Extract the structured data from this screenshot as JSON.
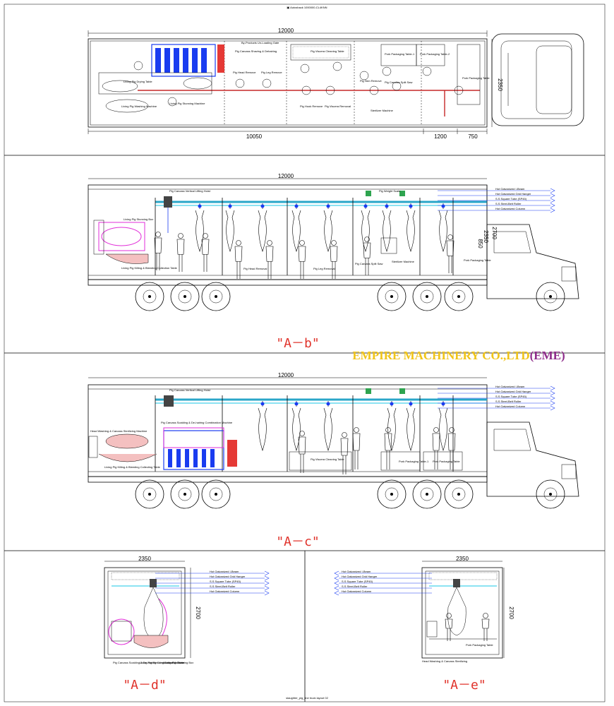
{
  "header": {
    "top_title": "▣ Autoshack 1000000-CL4KNN",
    "footer_text": "slaughter_pig_line truck layout 02"
  },
  "brand": {
    "name_part1": "EMPIRE MACHINERY CO.,LTD",
    "name_part2": "(EME)",
    "color1": "#f0c419",
    "color2": "#8e2b8a"
  },
  "captions": {
    "b": "\"A－b\"",
    "c": "\"A－c\"",
    "d": "\"A－d\"",
    "e": "\"A－e\""
  },
  "plan": {
    "dims": {
      "total": "12000",
      "body": "10050",
      "gap": "1200",
      "nose": "750",
      "width": "2350"
    },
    "labels": {
      "byproducts": "By-Products Un-Loading Gate",
      "carcass": "Pig Carcass Shaving & Dehairing",
      "drying": "Living Pig Drying Table",
      "living": "Living Pig Washing Machine",
      "stunning": "Living Pig Stunning Machine",
      "viscera": "Pig Viscera Cleaning Table",
      "pork1": "Pork Packaging Table-1",
      "pork2": "Pork Packaging Table-2",
      "porkpack": "Pork Packaging Table",
      "head": "Pig Head Remove",
      "leg": "Pig Leg Remove",
      "hook": "Pig Hook Remove",
      "viscera2": "Pig Viscera Removal",
      "skin": "Pig Skin Remove",
      "carcass2": "Pig Carcass Split Saw",
      "sterilize": "Sterilizer Machine"
    }
  },
  "legend": {
    "items": [
      "Hot Galvanized I-Beam",
      "Hot Galvanized Grid Hanger",
      "S.S Square Tube (SP45)",
      "S.S Steel-Belt Roller",
      "Hot Galvanized Column"
    ]
  },
  "side_b": {
    "dim_total": "12000",
    "dim_h1": "2700",
    "dim_h2": "2350",
    "dim_h3": "850",
    "labels": {
      "stunning": "Living Pig Stunning Box",
      "hoist": "Pig Carcass Vertical Lifting Hoist",
      "bleed": "Living Pig Killing & Bleeding Collection Table",
      "head": "Pig Head Removal",
      "leg": "Pig Leg Removal",
      "carcass": "Pig Carcass Split Saw",
      "sterilizer": "Sterilizer Machine",
      "trough": "Pig Weight Scale",
      "pork": "Pork Packaging Table"
    }
  },
  "side_c": {
    "dim_total": "12000",
    "labels": {
      "hoist": "Pig Carcass Vertical Lifting Hoist",
      "scalding": "Pig Carcass Scalding & De-hairing Combination Machine",
      "wash": "Head Washing & Carcass Sterilizing Machine",
      "tank": "Living Pig Killing & Bleeding Collecting Table",
      "viscera": "Pig Viscera Cleaning Table",
      "pork1": "Pork Packaging Table-1",
      "pork2": "Pork Packaging Table"
    }
  },
  "end_d": {
    "dim_w": "2350",
    "dim_h": "2700",
    "labels": {
      "machine": "Pig Carcass Scalding & De-hairing Combination Machine",
      "table": "Living Pig Bleeding Collection Table",
      "table2": "Living Pig Stunning Box"
    }
  },
  "end_e": {
    "dim_w": "2350",
    "dim_h": "2700",
    "labels": {
      "machine": "Pork Packaging Table",
      "wash": "Head Washing & Carcass Sterilizing"
    }
  }
}
